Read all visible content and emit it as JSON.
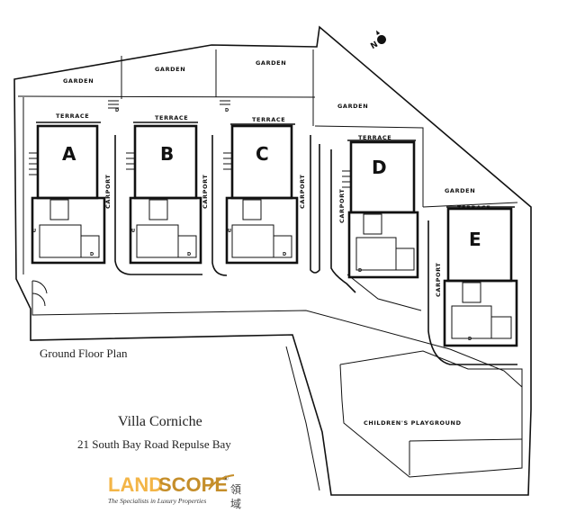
{
  "plan": {
    "caption": "Ground Floor Plan",
    "title": "Villa Corniche",
    "address": "21 South Bay Road Repulse Bay",
    "north_label": "N",
    "units": [
      "A",
      "B",
      "C",
      "D",
      "E"
    ],
    "garden_label": "GARDEN",
    "terrace_label": "TERRACE",
    "carport_label": "CARPORT",
    "door_mark": "D",
    "utility_mark": "U",
    "playground_label": "CHILDREN'S PLAYGROUND"
  },
  "logo": {
    "brand_part1": "LAND",
    "brand_part2": "SCOPE",
    "reg": "®",
    "tagline": "The Specialists in Luxury Properties",
    "chinese": [
      "領",
      "域"
    ],
    "colors": {
      "light": "#f3b547",
      "dark": "#c58e2a"
    }
  }
}
